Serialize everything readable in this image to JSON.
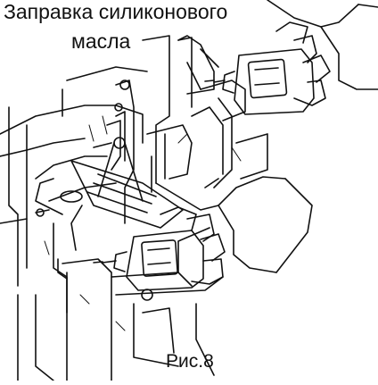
{
  "caption": {
    "line1": "Заправка силиконового",
    "line2": "масла"
  },
  "figure_label": "Рис.8",
  "colors": {
    "ink": "#111111",
    "background": "#ffffff"
  }
}
